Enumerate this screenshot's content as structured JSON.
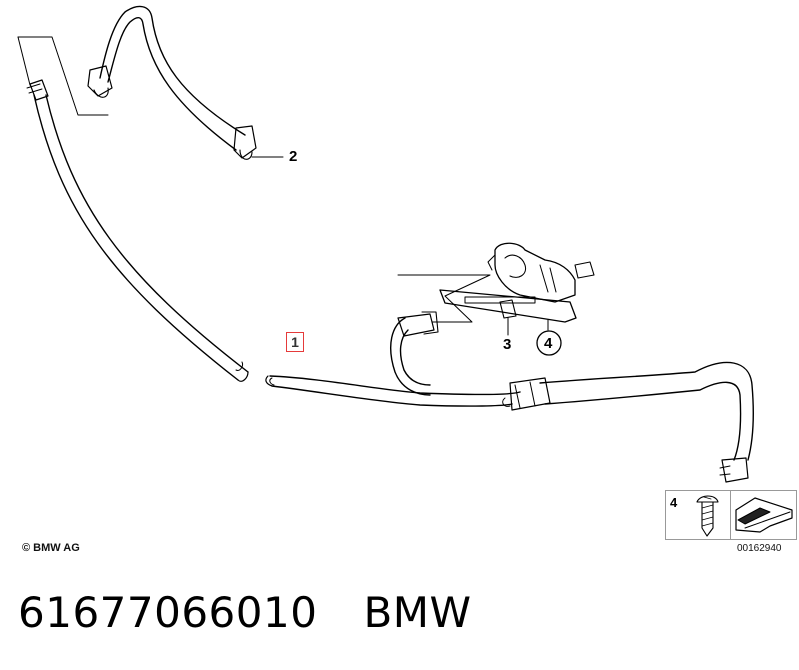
{
  "callouts": {
    "c1": "1",
    "c2": "2",
    "c3": "3",
    "c4": "4",
    "legend_item": "4"
  },
  "copyright": "© BMW AG",
  "catalog_code": "00162940",
  "part_number": "61677066010",
  "brand": "BMW",
  "colors": {
    "highlight_box": "#e53a3a",
    "line": "#000000",
    "background": "#ffffff"
  },
  "icons": [
    "hose-icon",
    "pump-icon",
    "screw-icon",
    "arrow-icon"
  ]
}
